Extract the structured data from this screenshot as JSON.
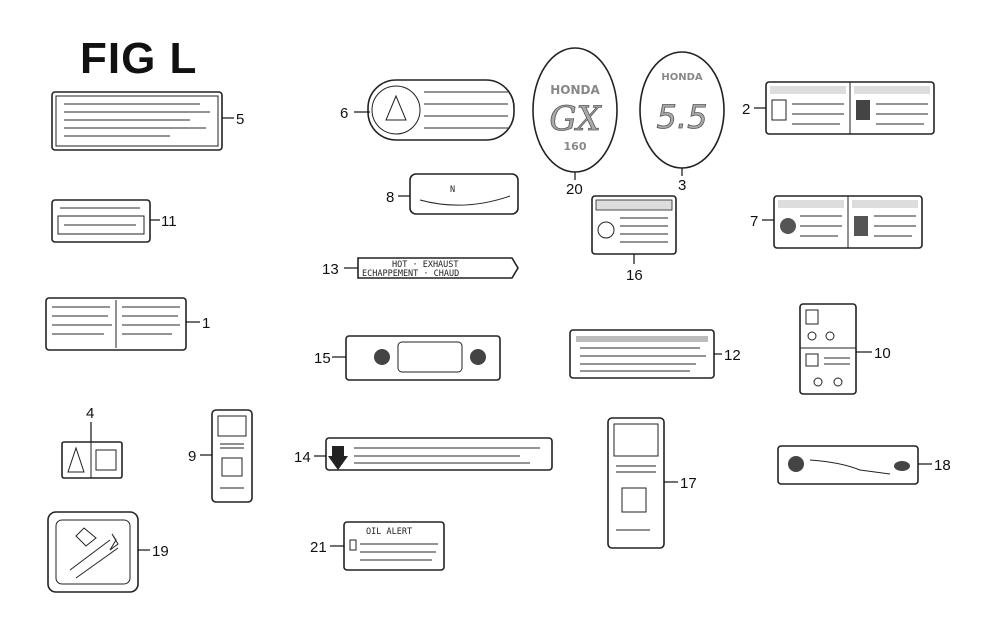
{
  "figure": {
    "title": "FIG L"
  },
  "callouts": {
    "c1": "1",
    "c2": "2",
    "c3": "3",
    "c4": "4",
    "c5": "5",
    "c6": "6",
    "c7": "7",
    "c8": "8",
    "c9": "9",
    "c10": "10",
    "c11": "11",
    "c12": "12",
    "c13": "13",
    "c14": "14",
    "c15": "15",
    "c16": "16",
    "c17": "17",
    "c18": "18",
    "c19": "19",
    "c20": "20",
    "c21": "21"
  },
  "label_text": {
    "honda": "HONDA",
    "gx": "GX",
    "gx_num": "160",
    "five_five": "5.5",
    "hot_exhaust": "HOT · EXHAUST",
    "echappement": "ECHAPPEMENT · CHAUD",
    "oil_alert": "OIL ALERT",
    "n_mark": "N"
  }
}
